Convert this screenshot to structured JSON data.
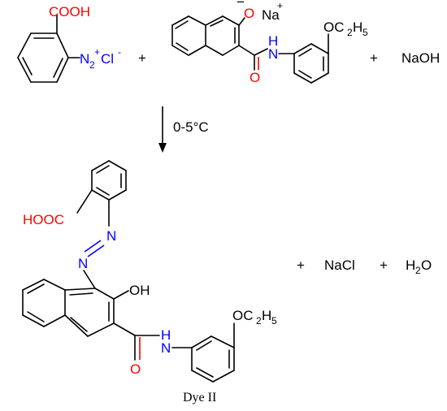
{
  "colors": {
    "bond": "#000000",
    "oxygen": "#ff0000",
    "nitrogen": "#0000ff",
    "arrow": "#000000"
  },
  "reactant1": {
    "carboxyl": "COOH",
    "diazonium_n": "N",
    "diazonium_sub": "2",
    "diazonium_charge": "+",
    "chloride": "Cl",
    "chloride_charge": "-"
  },
  "reactant2": {
    "oxide_charge": "−",
    "oxide_o": "O",
    "sodium": "Na",
    "sodium_charge": "+",
    "amide_o": "O",
    "amide_n": "N",
    "amide_h": "H",
    "ethoxy_o": "OC",
    "ethoxy_sub1": "2",
    "ethoxy_h": "H",
    "ethoxy_sub2": "5"
  },
  "plus_signs": [
    "+",
    "+",
    "+",
    "+"
  ],
  "naoh": "NaOH",
  "condition": "0-5°C",
  "product": {
    "carboxyl": "HOOC",
    "azo_n1": "N",
    "azo_n2": "N",
    "hydroxyl": "OH",
    "amide_o": "O",
    "amide_n": "N",
    "amide_h": "H",
    "ethoxy_o": "OC",
    "ethoxy_sub1": "2",
    "ethoxy_h": "H",
    "ethoxy_sub2": "5",
    "caption": "Dye II"
  },
  "byproducts": {
    "nacl": "NaCl",
    "water_h": "H",
    "water_sub": "2",
    "water_o": "O"
  }
}
